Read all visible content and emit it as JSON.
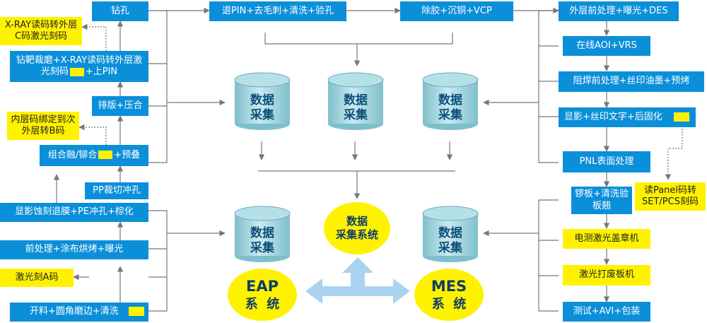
{
  "left": {
    "drilling": "钻孔",
    "xray_note": "X-RAY读码转外层C码激光刻码",
    "target_grind": "钻靶裁磨+X-RAY读码转外层激光刻码",
    "target_grind_tail": "+上PIN",
    "layup_press": "排版+压合",
    "inner_note": "内层码绑定到次外层转B码",
    "fusion": "组合融/铆合",
    "fusion_tail": "+预叠",
    "pp_cut": "PP裁切冲孔",
    "develop_etch": "显影蚀刻退膜+PE冲孔+棕化",
    "pretreat_coat": "前处理+涂布烘烤+曝光",
    "laser_a_note": "激光刻A码",
    "cutting": "开料+圆角磨边+清洗"
  },
  "top": {
    "step1": "退PIN+去毛刺+清洗+验孔",
    "step2": "除胶+沉铜+VCP",
    "step3": "外层前处理+曝光+DES"
  },
  "right": {
    "aoi": "在线AOI+VRS",
    "solder_mask": "阻焊前处理+丝印油墨+预烤",
    "silkscreen": "显影+丝印文字+后固化",
    "pnl_surface": "PNL表面处理",
    "routing": "锣板+清洗验板翘",
    "panel_note": "读Panel码转SET/PCS刻码",
    "e_test": "电测激光盖章机",
    "laser_reject": "激光打废板机",
    "final": "测试+AVI+包装"
  },
  "center": {
    "cylinder_label": "数据采集",
    "cyl_line1": "数据",
    "cyl_line2": "采集",
    "system_line1": "数据",
    "system_line2": "采集系统",
    "eap_line1": "EAP",
    "eap_line2": "系  统",
    "mes_line1": "MES",
    "mes_line2": "系  统"
  },
  "colors": {
    "box": "#0b8fd9",
    "note": "#fff200",
    "cylinder": "#9fd3dd",
    "arrow": "#a9d3f0",
    "line": "#777777"
  }
}
